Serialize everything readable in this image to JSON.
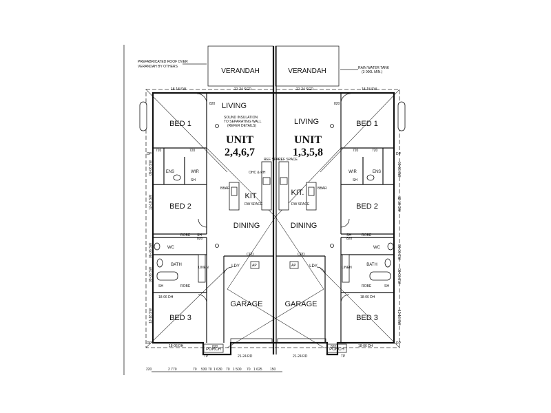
{
  "notes": {
    "roof_line1": "PREFABRICATED ROOF OVER",
    "roof_line2": "VERANDAH BY OTHERS",
    "tank_line1": "RAIN WATER TANK",
    "tank_line2": "(3 000L MIN.)",
    "sound_line1": "SOUND INSULATION",
    "sound_line2": "TO SEPARATING WALL",
    "sound_line3": "(REFER DETAILS)"
  },
  "units": {
    "left_title": "UNIT",
    "left_numbers": "2,4,6,7",
    "right_title": "UNIT",
    "right_numbers": "1,3,5,8"
  },
  "rooms": {
    "verandah": "VERANDAH",
    "living": "LIVING",
    "bed1": "BED 1",
    "bed2": "BED 2",
    "bed3": "BED 3",
    "ens": "ENS",
    "wir": "WIR",
    "kit": "KIT",
    "kit_right": "KIT.",
    "dining": "DINING",
    "wc": "WC",
    "bath": "BATH",
    "ldy": "LDY",
    "garage": "GARAGE",
    "porch": "PORCH",
    "robe": "ROBE",
    "cpd": "CPD",
    "ap": "AP",
    "sh": "SH",
    "linen": "LINEN",
    "bbar": "BBAR",
    "ref_space": "REF SPACE",
    "dw_space": "DW SPACE",
    "ohc": "OHC & RH",
    "dp": "DP",
    "tp": "TP"
  },
  "window_codes": {
    "top_bed": "18-18 SW",
    "top_sgd": "21-24 SGD",
    "side_1": "09-06 SW",
    "side_2": "12-18 SW",
    "side_3": "06-06 SW",
    "side_4": "09-06 SW",
    "side_5": "12-18 SW",
    "bottom_bed": "18-06 DH",
    "bottom_rd": "21-24 RD",
    "top_dh": "18-06 DH"
  },
  "dims": {
    "door_820": "820",
    "door_720": "720",
    "d_220": "220",
    "d_2770": "2 770",
    "d_70": "70",
    "d_530": "530",
    "d_1630": "1 630",
    "d_1500": "1 500",
    "d_1625": "1 625",
    "d_150": "150"
  }
}
